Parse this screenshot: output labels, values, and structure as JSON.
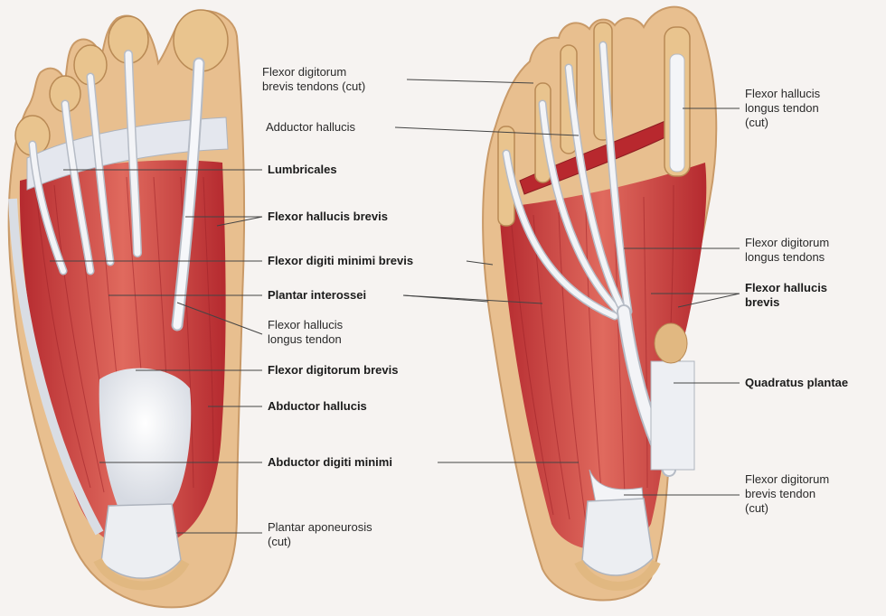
{
  "labels": {
    "left": {
      "lumbricales": "Lumbricales",
      "flexor_hallucis_brevis": "Flexor hallucis brevis",
      "flexor_digiti_minimi_brevis": "Flexor digiti minimi brevis",
      "plantar_interossei": "Plantar interossei",
      "flexor_hallucis_longus_tendon": "Flexor hallucis\nlongus tendon",
      "flexor_digitorum_brevis": "Flexor digitorum brevis",
      "abductor_hallucis": "Abductor hallucis",
      "abductor_digiti_minimi": "Abductor digiti minimi",
      "plantar_aponeurosis": "Plantar aponeurosis\n(cut)"
    },
    "right": {
      "flexor_digitorum_brevis_tendons": "Flexor digitorum\nbrevis tendons (cut)",
      "adductor_hallucis": "Adductor hallucis",
      "flexor_hallucis_longus_tendon_cut": "Flexor hallucis\nlongus tendon\n(cut)",
      "flexor_digitorum_longus_tendons": "Flexor digitorum\nlongus tendons",
      "flexor_hallucis_brevis": "Flexor hallucis\nbrevis",
      "quadratus_plantae": "Quadratus plantae",
      "flexor_digitorum_brevis_tendon_cut": "Flexor digitorum\nbrevis tendon\n(cut)"
    }
  },
  "colors": {
    "background": "#f6f3f1",
    "skin": "#e8bf8f",
    "skin_edge": "#c99a68",
    "muscle": "#c9363a",
    "muscle_light": "#e06a5e",
    "tendon": "#eef0f4",
    "tendon_edge": "#b6bcc6",
    "bone": "#e9c48e",
    "leader": "#444444"
  }
}
